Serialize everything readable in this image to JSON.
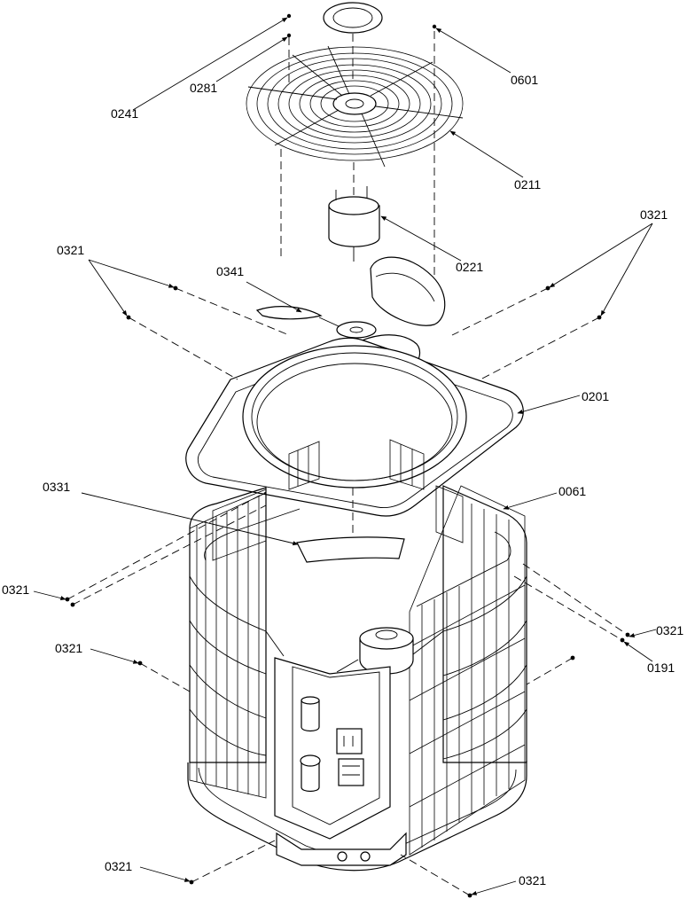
{
  "labels": {
    "l0241": "0241",
    "l0281": "0281",
    "l0601": "0601",
    "l0211": "0211",
    "l0221": "0221",
    "l0321_top_left": "0321",
    "l0321_top_right": "0321",
    "l0341": "0341",
    "l0201": "0201",
    "l0331": "0331",
    "l0061": "0061",
    "l0321_mid_left": "0321",
    "l0321_mid_right": "0321",
    "l0191": "0191",
    "l0321_lower_left": "0321",
    "l0321_bottom_left": "0321",
    "l0321_bottom_right": "0321"
  }
}
